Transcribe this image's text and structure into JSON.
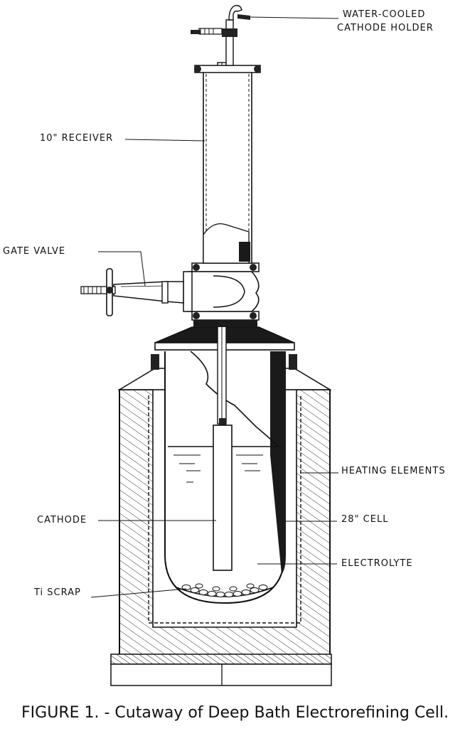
{
  "labels": {
    "cathode_holder_line1": "WATER-COOLED",
    "cathode_holder_line2": "CATHODE HOLDER",
    "receiver": "10\" RECEIVER",
    "gate_valve": "GATE VALVE",
    "heating_elements": "HEATING ELEMENTS",
    "cathode": "CATHODE",
    "cell": "28\" CELL",
    "electrolyte": "ELECTROLYTE",
    "ti_scrap": "Ti SCRAP"
  },
  "caption": "FIGURE 1. - Cutaway of Deep Bath Electrorefining Cell."
}
